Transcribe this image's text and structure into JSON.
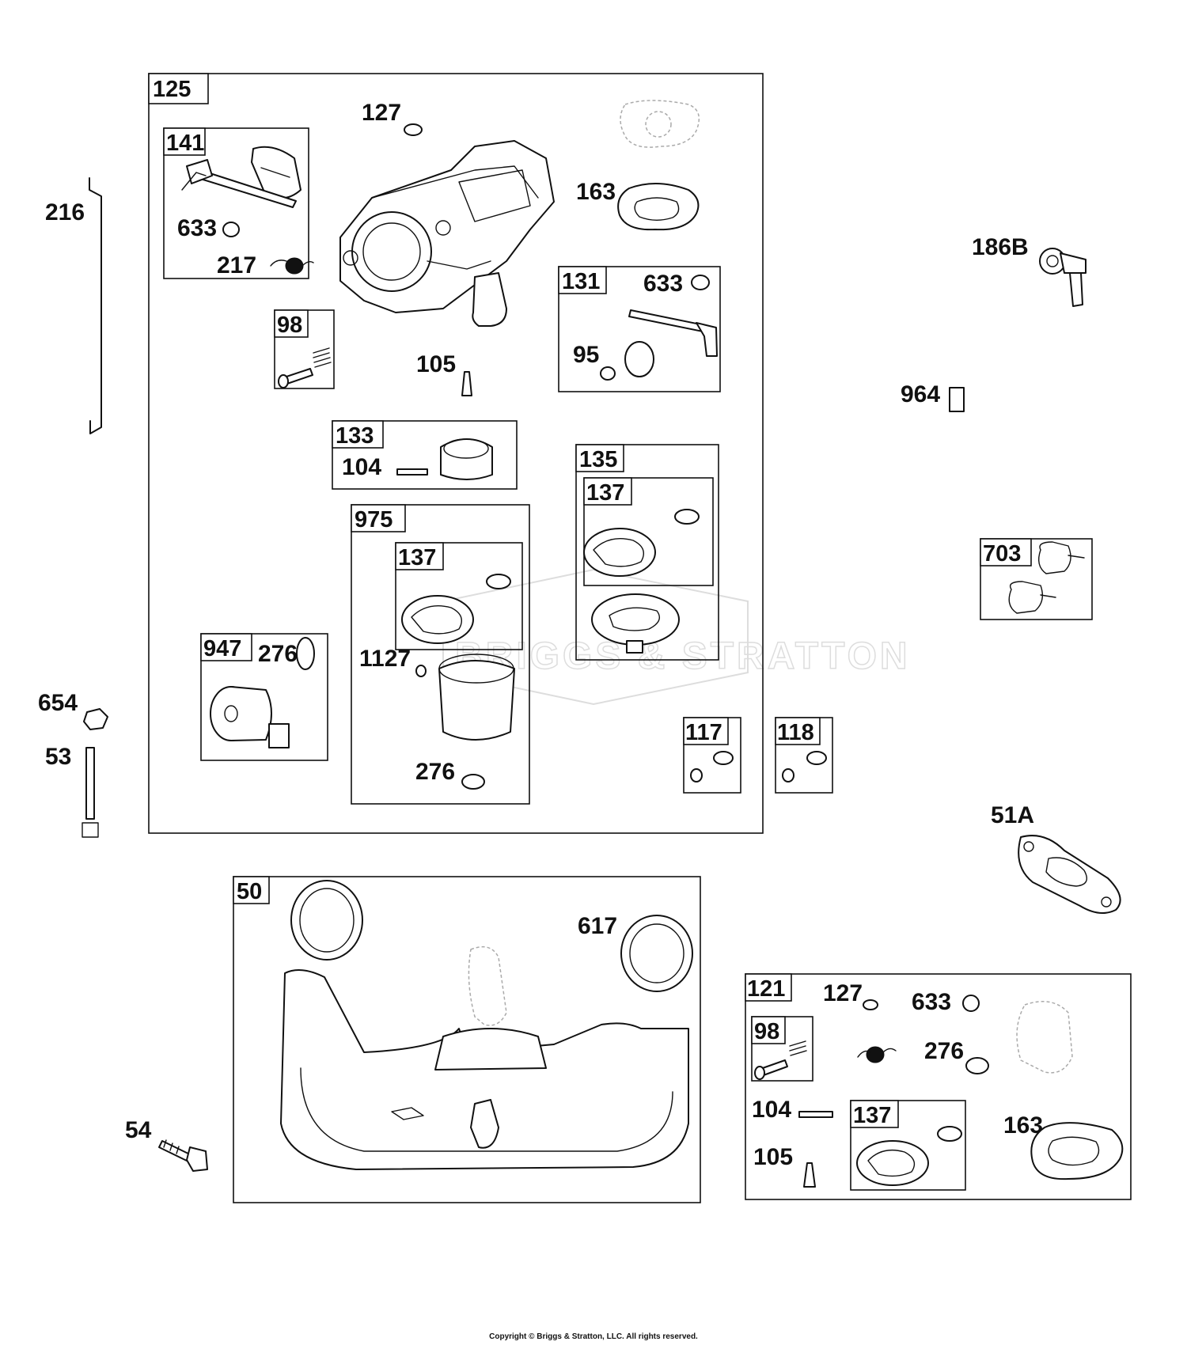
{
  "diagram": {
    "watermark": "BRIGGS & STRATTON",
    "copyright": "Copyright © Briggs & Stratton, LLC. All rights reserved.",
    "boxes": {
      "b125": "125",
      "b141": "141",
      "b98a": "98",
      "b131": "131",
      "b133": "133",
      "b975": "975",
      "b137a": "137",
      "b135": "135",
      "b137b": "137",
      "b947": "947",
      "b117": "117",
      "b118": "118",
      "b703": "703",
      "b50": "50",
      "b121": "121",
      "b98b": "98",
      "b137c": "137"
    },
    "labels": {
      "l127a": "127",
      "l163a": "163",
      "l633a": "633",
      "l217": "217",
      "l633b": "633",
      "l95": "95",
      "l105a": "105",
      "l104a": "104",
      "l1127": "1127",
      "l276a": "276",
      "l276b": "276",
      "l216": "216",
      "l186b": "186B",
      "l964": "964",
      "l654": "654",
      "l53": "53",
      "l51a": "51A",
      "l617": "617",
      "l54": "54",
      "l127b": "127",
      "l633c": "633",
      "l276c": "276",
      "l104b": "104",
      "l105b": "105",
      "l163b": "163"
    }
  }
}
